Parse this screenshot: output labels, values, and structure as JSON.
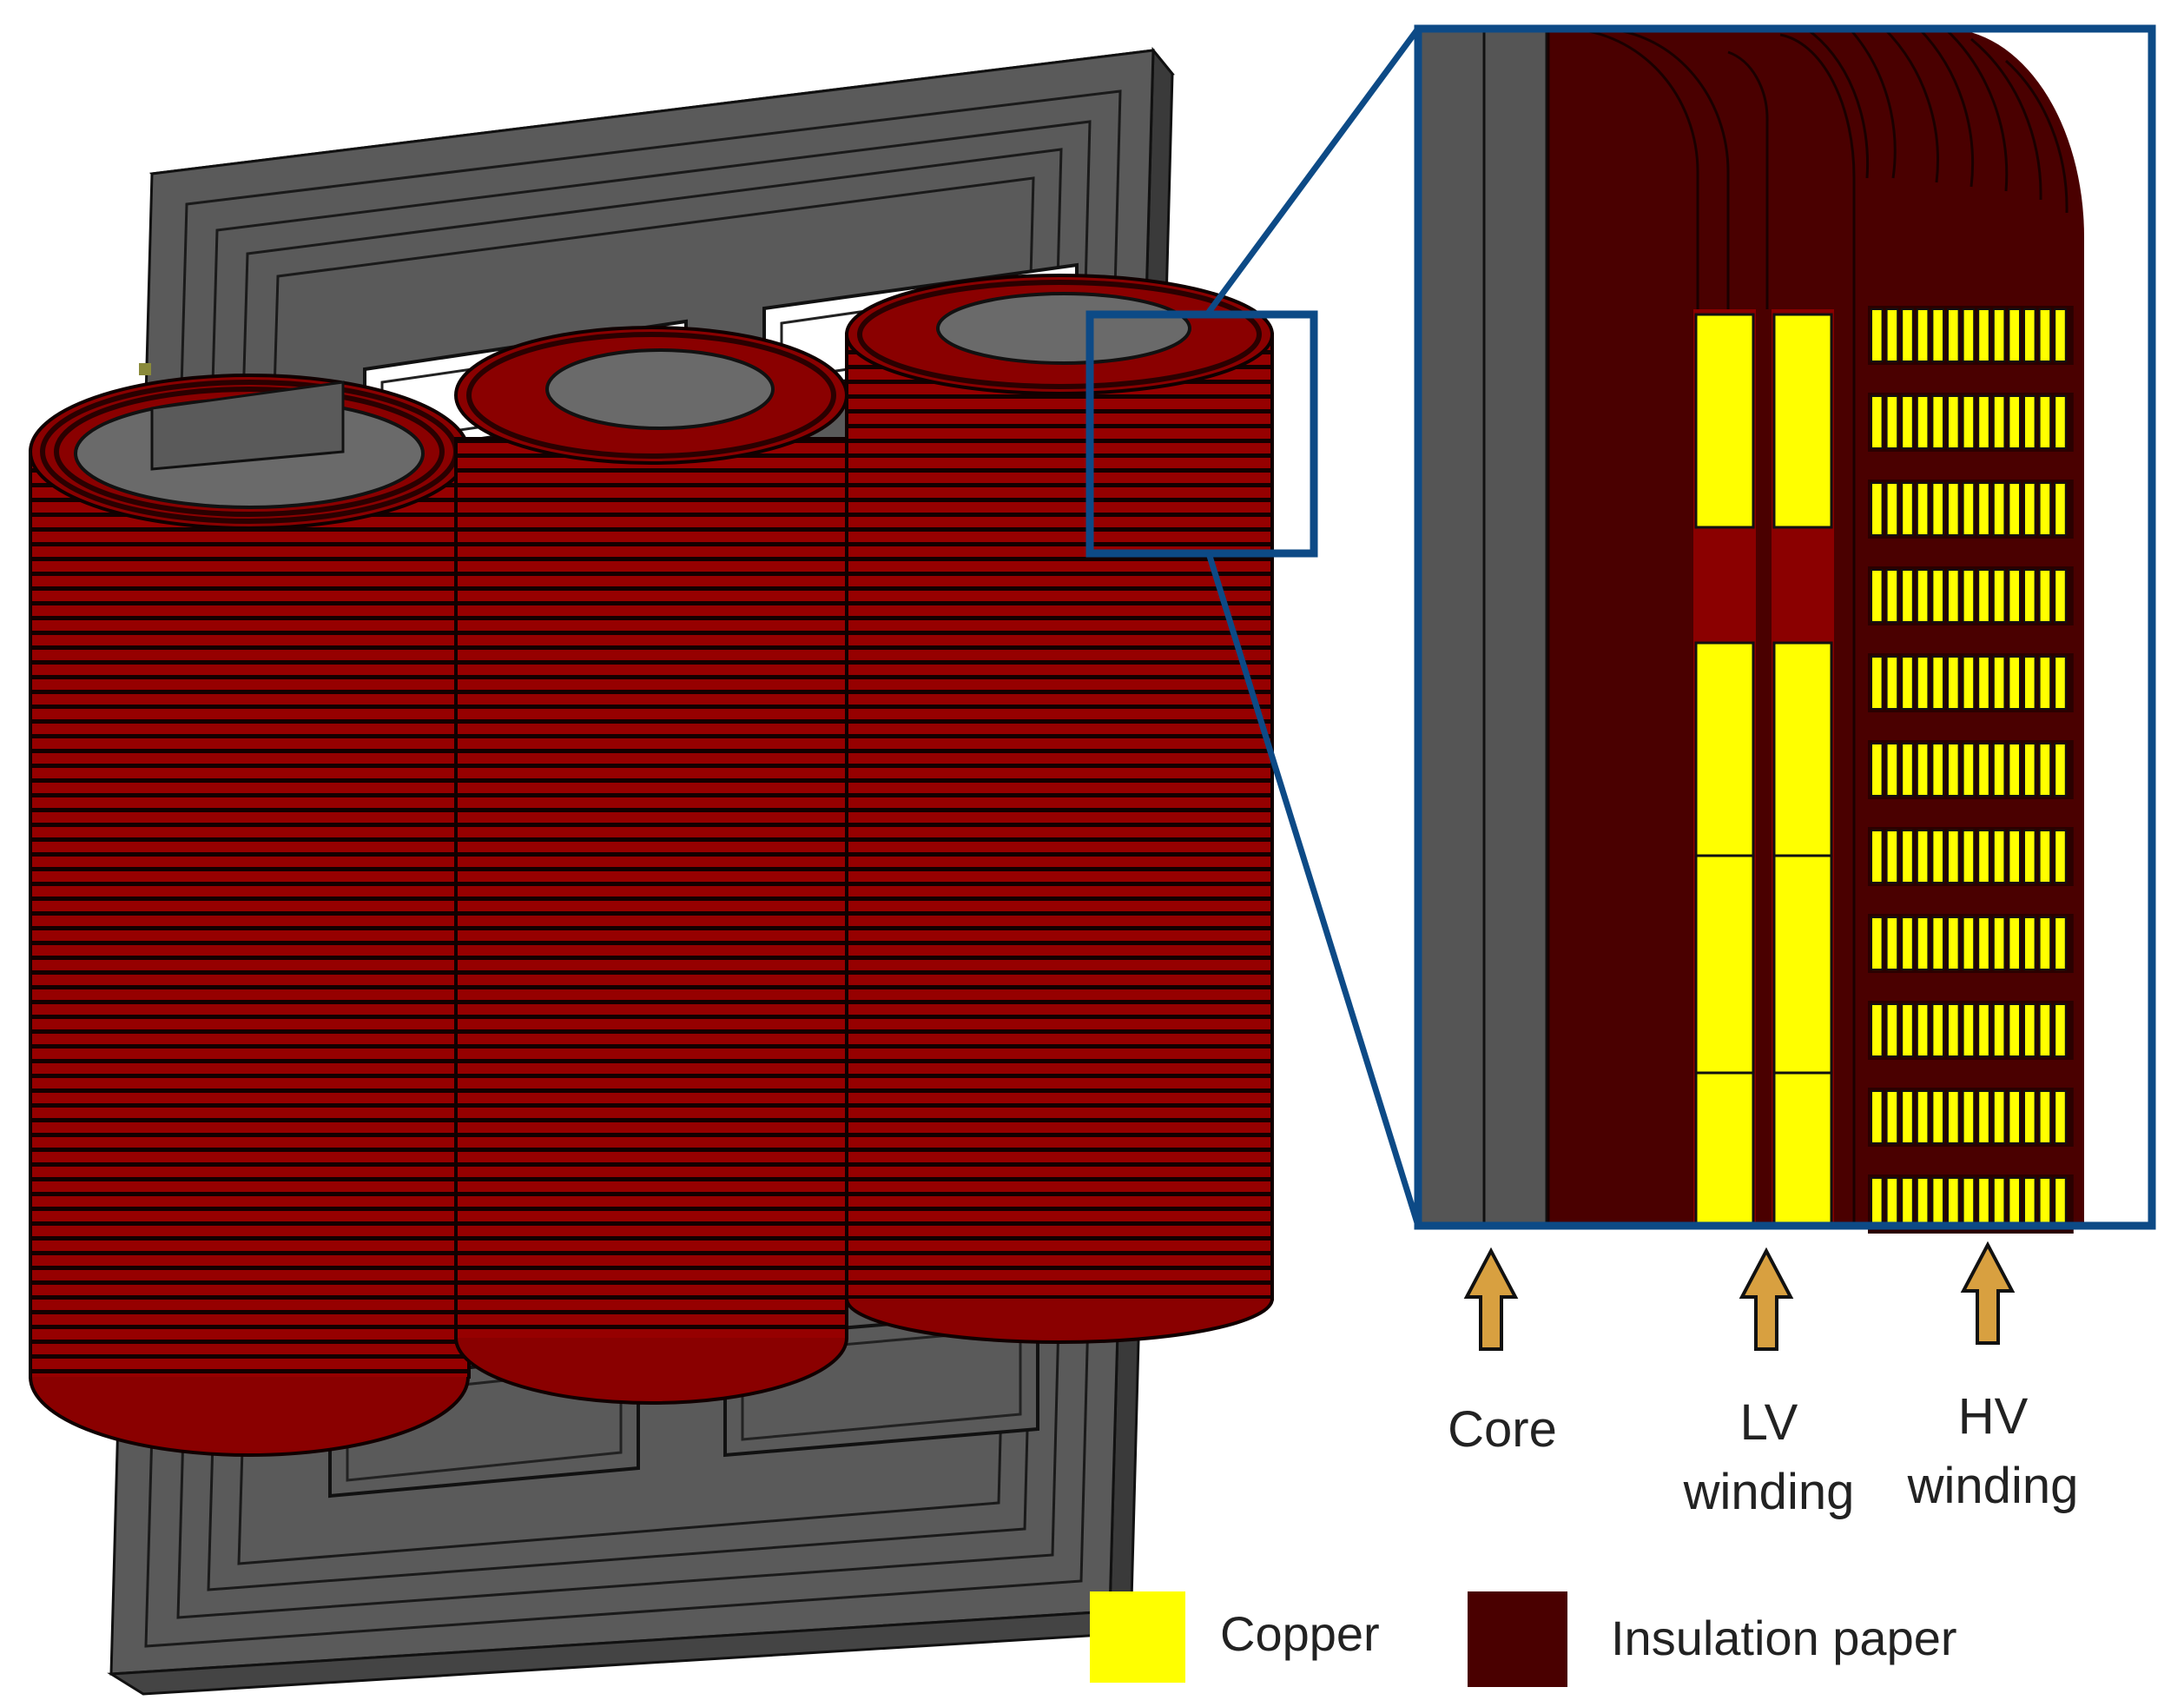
{
  "colors": {
    "copper": "#ffff00",
    "insulation_paper": "#4a0000",
    "winding_red": "#8b0000",
    "core_gray": "#555555",
    "callout_frame": "#0d4a86",
    "arrow": "#d8a040"
  },
  "labels": {
    "core": "Core",
    "lv_line1": "LV",
    "lv_line2": "winding",
    "hv_line1": "HV",
    "hv_line2": "winding"
  },
  "legend": {
    "copper": "Copper",
    "insulation_paper": "Insulation paper"
  },
  "icons": [
    "up-arrow-icon",
    "up-arrow-icon",
    "up-arrow-icon"
  ]
}
